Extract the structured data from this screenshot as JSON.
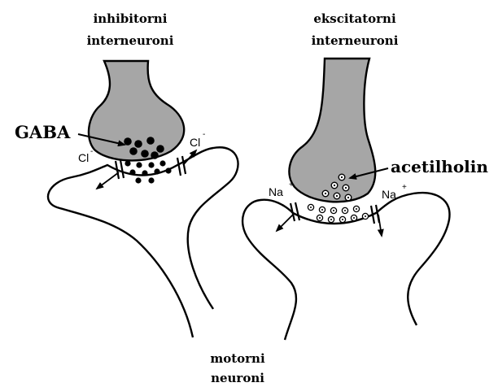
{
  "labels": {
    "inhibitory_line1": "inhibitorni",
    "inhibitory_line2": "interneuroni",
    "excitatory_line1": "ekscitatorni",
    "excitatory_line2": "interneuroni",
    "motor_line1": "motorni",
    "motor_line2": "neuroni",
    "gaba": "GABA",
    "acetylcholine": "acetilholin"
  },
  "ions": {
    "chloride": "Cl",
    "chloride_charge": "-",
    "sodium": "Na",
    "sodium_charge": "+"
  },
  "colors": {
    "terminal_fill": "#a6a6a6",
    "stroke": "#000000",
    "background": "#ffffff"
  }
}
